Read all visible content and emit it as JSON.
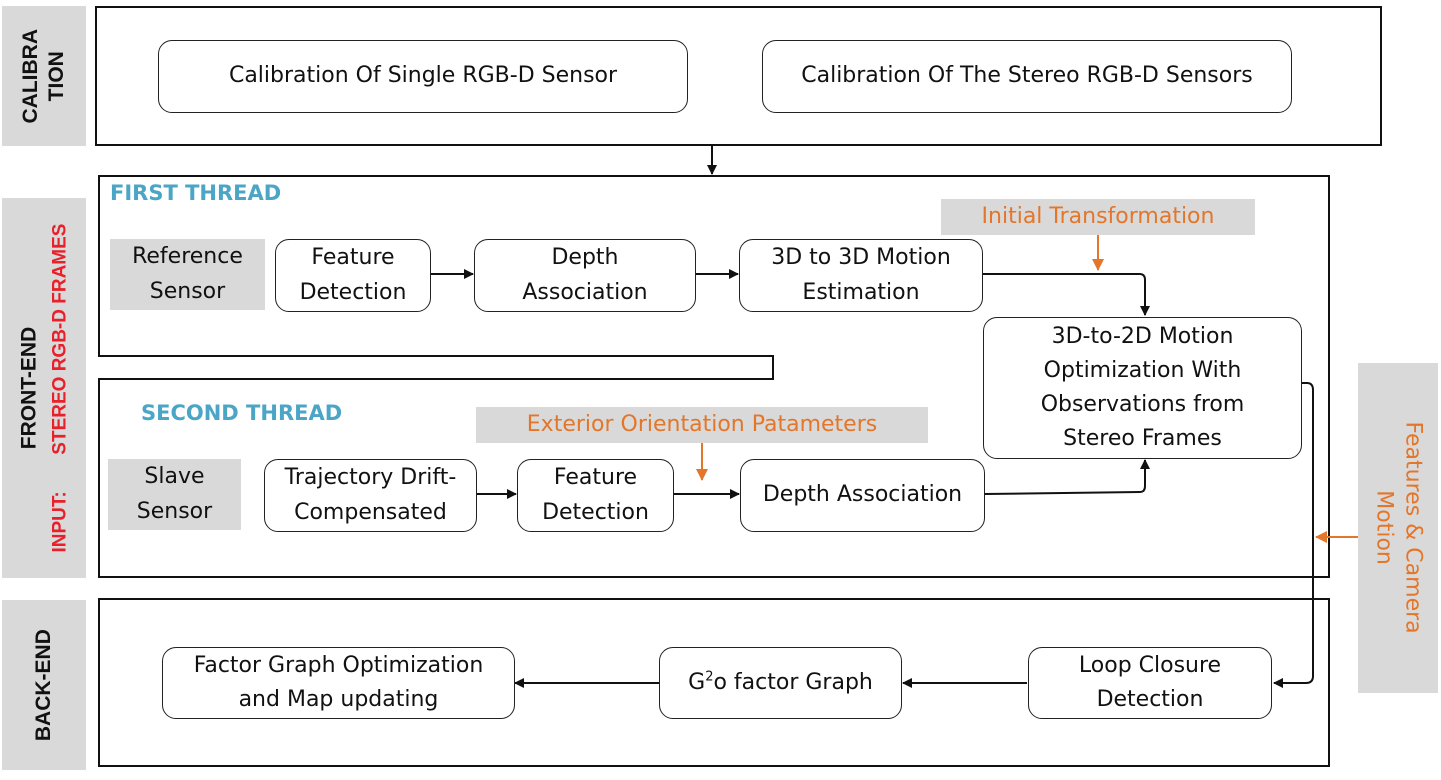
{
  "side_labels": {
    "calibration": [
      "CALIBRA",
      "TION"
    ],
    "front_end": "FRONT-END",
    "input_prefix": "INPUT:",
    "input_value": "STEREO RGB-D FRAMES",
    "back_end": "BACK-END"
  },
  "calibration": {
    "single": "Calibration Of Single RGB-D Sensor",
    "stereo": "Calibration Of The Stereo RGB-D Sensors"
  },
  "first_thread": {
    "title": "FIRST THREAD",
    "sensor": [
      "Reference",
      "Sensor"
    ],
    "feature": [
      "Feature",
      "Detection"
    ],
    "depth": [
      "Depth",
      "Association"
    ],
    "motion": [
      "3D to 3D Motion",
      "Estimation"
    ],
    "initial": "Initial Transformation"
  },
  "optimization": [
    "3D-to-2D Motion",
    "Optimization With",
    "Observations from",
    "Stereo Frames"
  ],
  "second_thread": {
    "title": "SECOND THREAD",
    "sensor": [
      "Slave",
      "Sensor"
    ],
    "trajectory": [
      "Trajectory Drift-",
      "Compensated"
    ],
    "feature": [
      "Feature",
      "Detection"
    ],
    "depth": "Depth Association",
    "exterior": "Exterior Orientation Patameters"
  },
  "features_motion": [
    "Features & Camera",
    "Motion"
  ],
  "back_end": {
    "loop": [
      "Loop Closure",
      "Detection"
    ],
    "g2o_base": "G",
    "g2o_sup": "2",
    "g2o_rest": "o factor Graph",
    "factor": [
      "Factor Graph Optimization",
      "and Map updating"
    ]
  },
  "colors": {
    "orange": "#e4762a",
    "blue": "#4aa5c6",
    "red": "#e8202a",
    "gray": "#d9d9d9"
  }
}
